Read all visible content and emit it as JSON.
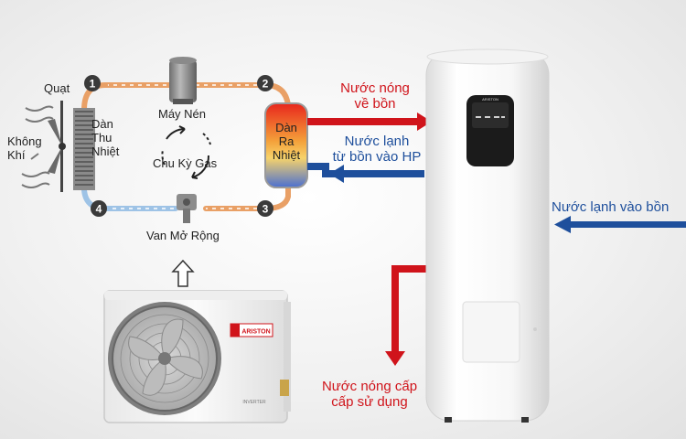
{
  "colors": {
    "hot": "#d0141b",
    "cold": "#1e4f9c",
    "pipe_hot": "#e9a066",
    "pipe_cold": "#9ec3e6",
    "text": "#222222"
  },
  "cycle": {
    "nodes": [
      "1",
      "2",
      "3",
      "4"
    ],
    "fan": "Quạt",
    "air": "Không\nKhí",
    "evaporator": "Dàn\nThu\nNhiệt",
    "compressor": "Máy Nén",
    "gas_cycle": "Chu Kỳ Gas",
    "condenser": "Dàn\nRa\nNhiệt",
    "expansion_valve": "Van Mở Rộng"
  },
  "flows": {
    "hot_to_tank": "Nước nóng\nvề bồn",
    "cold_to_hp": "Nước lạnh\ntừ bồn vào HP",
    "cold_into_tank": "Nước lạnh vào bồn",
    "hot_supply": "Nước nóng cấp\ncấp sử dụng"
  },
  "outdoor_unit": {
    "brand": "ARISTON",
    "model": "INVERTER"
  },
  "tank": {
    "brand": "ARISTON"
  },
  "icons": {
    "fan": "fan-icon",
    "air_flow": "wind-icon",
    "cycle": "cycle-arrows-icon",
    "up_arrow": "up-arrow-icon"
  }
}
